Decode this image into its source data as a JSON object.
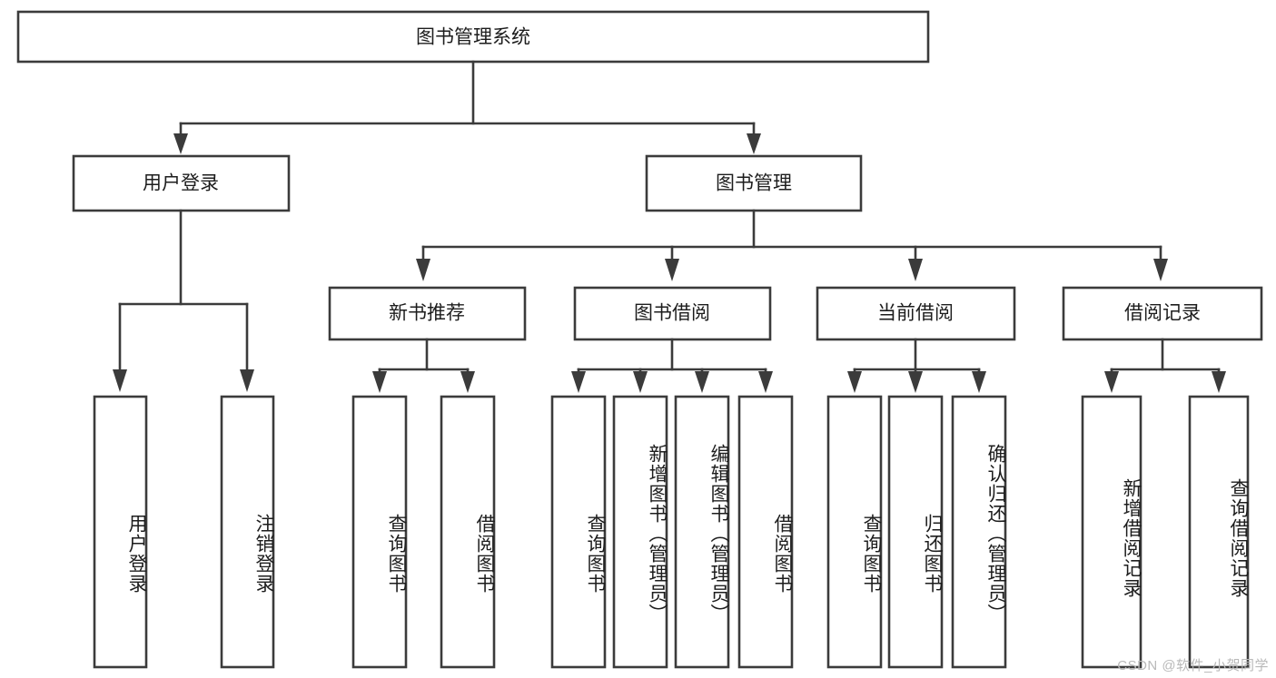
{
  "diagram": {
    "title": "图书管理系统",
    "type": "tree-hierarchy-diagram",
    "watermark": "CSDN @软件_小贺同学",
    "colors": {
      "stroke": "#3b3b3b",
      "box_fill": "#ffffff",
      "text": "#1d1d1d",
      "background": "#ffffff",
      "watermark": "#b9b9b9"
    },
    "nodes": {
      "root": {
        "label": "图书管理系统"
      },
      "level1": [
        {
          "id": "user-login",
          "label": "用户登录"
        },
        {
          "id": "book-manage",
          "label": "图书管理"
        }
      ],
      "level2": [
        {
          "id": "new-book-recommend",
          "label": "新书推荐"
        },
        {
          "id": "book-borrow",
          "label": "图书借阅"
        },
        {
          "id": "current-borrow",
          "label": "当前借阅"
        },
        {
          "id": "borrow-record",
          "label": "借阅记录"
        }
      ],
      "leaves": {
        "user_login": [
          {
            "id": "leaf-user-login",
            "label": "用户登录"
          },
          {
            "id": "leaf-logout-login",
            "label": "注销登录"
          }
        ],
        "new_book_recommend": [
          {
            "id": "leaf-query-book-1",
            "label": "查询图书"
          },
          {
            "id": "leaf-borrow-book-1",
            "label": "借阅图书"
          }
        ],
        "book_borrow": [
          {
            "id": "leaf-query-book-2",
            "label": "查询图书"
          },
          {
            "id": "leaf-add-book",
            "label": "新增图书（管理员）"
          },
          {
            "id": "leaf-edit-book",
            "label": "编辑图书（管理员）"
          },
          {
            "id": "leaf-borrow-book-2",
            "label": "借阅图书"
          }
        ],
        "current_borrow": [
          {
            "id": "leaf-query-book-3",
            "label": "查询图书"
          },
          {
            "id": "leaf-return-book",
            "label": "归还图书"
          },
          {
            "id": "leaf-confirm-return",
            "label": "确认归还（管理员）"
          }
        ],
        "borrow_record": [
          {
            "id": "leaf-add-record",
            "label": "新增借阅记录"
          },
          {
            "id": "leaf-query-record",
            "label": "查询借阅记录"
          }
        ]
      }
    }
  }
}
